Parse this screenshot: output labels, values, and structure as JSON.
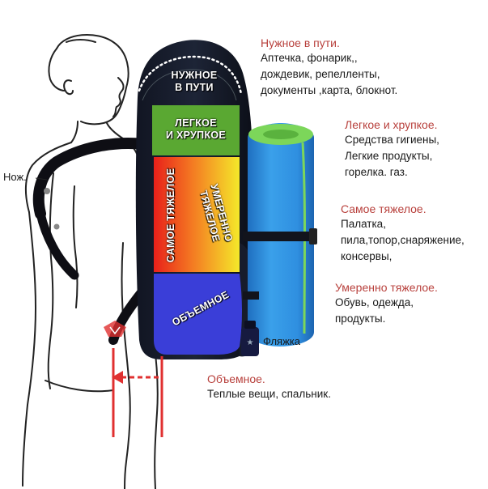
{
  "zones": {
    "top_label_line1": "НУЖНОЕ",
    "top_label_line2": "В ПУТИ",
    "light_line1": "ЛЕГКОЕ",
    "light_line2": "И ХРУПКОЕ",
    "heaviest": "САМОЕ ТЯЖЕЛОЕ",
    "moderate_line1": "УМЕРЕННО",
    "moderate_line2": "ТЯЖЕЛОЕ",
    "bulky": "ОБЪЕМНОЕ"
  },
  "labels": {
    "knife": "Нож.",
    "flask": "Фляжка"
  },
  "notes": [
    {
      "title": "Нужное в пути.",
      "lines": [
        "Аптечка, фонарик,,",
        "дождевик, репелленты,",
        "документы ,карта, блокнот."
      ]
    },
    {
      "title": "Легкое и хрупкое.",
      "lines": [
        "Средства гигиены,",
        "Легкие продукты,",
        "горелка. газ."
      ]
    },
    {
      "title": "Самое тяжелое.",
      "lines": [
        "Палатка,",
        "пила,топор,снаряжение,",
        "консервы,"
      ]
    },
    {
      "title": "Умеренно тяжелое.",
      "lines": [
        "Обувь, одежда,",
        "продукты."
      ]
    },
    {
      "title": "Объемное.",
      "lines": [
        "Теплые вещи, спальник."
      ]
    }
  ],
  "colors": {
    "title_red": "#b8403c",
    "light_zone_green": "#5aa832",
    "heavy_red": "#e8201a",
    "moderate_yellow": "#f4e82a",
    "bulky_blue": "#3a3ed8",
    "mat_blue": "#2f8fe0",
    "mat_green_edge": "#7cd65a",
    "arrow_red": "#e03030"
  },
  "icons": [
    "person-outline",
    "backpack",
    "foam-mat",
    "flask",
    "hip-arrows"
  ]
}
